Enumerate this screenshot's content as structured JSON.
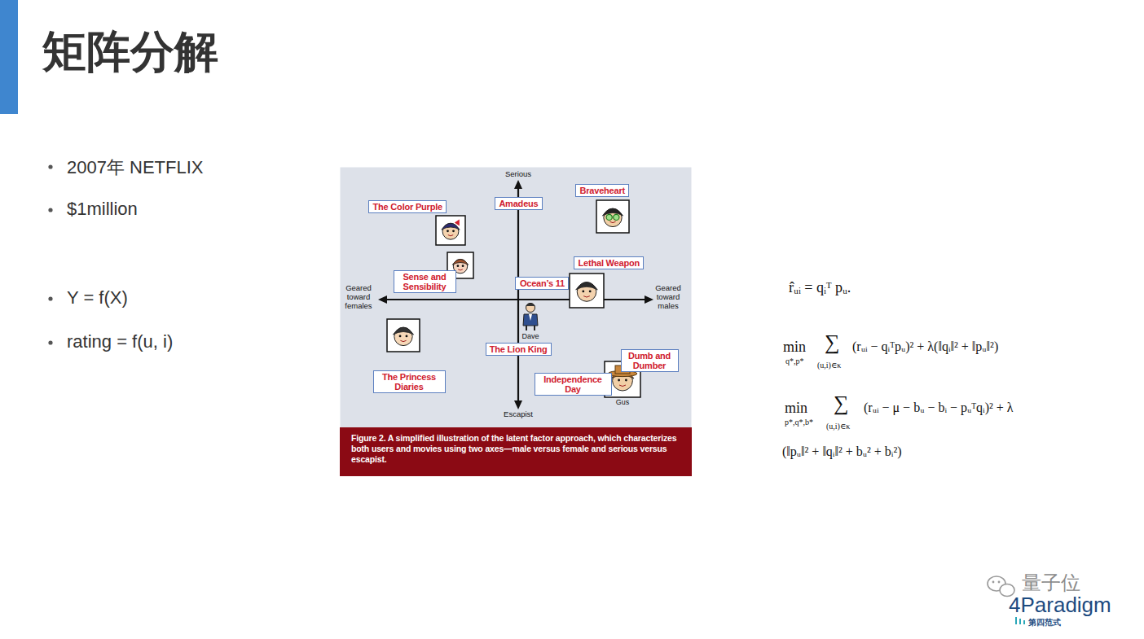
{
  "diagram": {
    "title": "矩阵分解",
    "nodes": [
      {
        "text": [
          "Braveheart"
        ]
      },
      {
        "text": [
          "Amadeus"
        ]
      },
      {
        "text": [
          "The Color Purple"
        ]
      },
      {
        "text": [
          "Lethal Weapon"
        ]
      },
      {
        "text": [
          "Sense and Sensibility"
        ]
      },
      {
        "text": [
          "Ocean’s 11"
        ]
      },
      {
        "text": [
          "The Lion King"
        ]
      },
      {
        "text": [
          "Dumb and Dumber"
        ]
      },
      {
        "text": [
          "The Princess Diaries"
        ]
      },
      {
        "text": [
          "Independence Day"
        ]
      },
      {
        "text": [
          "Figure 2. A simplified illustration of the latent factor approach, which characterizes both users and movies using two axes—male versus female and serious versus escapist."
        ]
      }
    ],
    "labels": [
      "2007年 NETFLIX",
      "$1million",
      "Y = f(X)",
      "rating = f(u, i)",
      "Serious",
      "Geared toward females",
      "Geared toward males",
      "Escapist",
      "Dave",
      "Gus",
      "r̂ᵤᵢ = qᵢᵀ pᵤ.",
      "min",
      "q*,p*",
      "∑",
      "(u,i)∈κ",
      "(rᵤᵢ − qᵢᵀpᵤ)² + λ(‖qᵢ‖² + ‖pᵤ‖²)",
      "min",
      "p*,q*,b*",
      "∑",
      "(u,i)∈κ",
      "(rᵤᵢ − μ − bᵤ − bᵢ − pᵤᵀqᵢ)² + λ",
      "(‖pᵤ‖² + ‖qᵢ‖² + bᵤ² + bᵢ²)",
      "量子位",
      "4Paradigm",
      "第四范式"
    ]
  }
}
